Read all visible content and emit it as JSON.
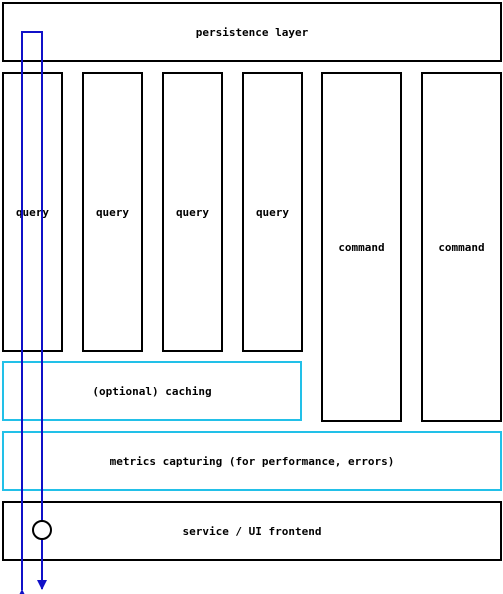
{
  "layers": {
    "persistence": "persistence layer",
    "queries": [
      "query",
      "query",
      "query",
      "query"
    ],
    "commands": [
      "command",
      "command"
    ],
    "caching": "(optional) caching",
    "metrics": "metrics capturing (for performance, errors)",
    "frontend": "service / UI frontend"
  },
  "colors": {
    "border": "#000000",
    "highlight_border": "#22c0e8",
    "flow_arrow": "#1010c8"
  }
}
